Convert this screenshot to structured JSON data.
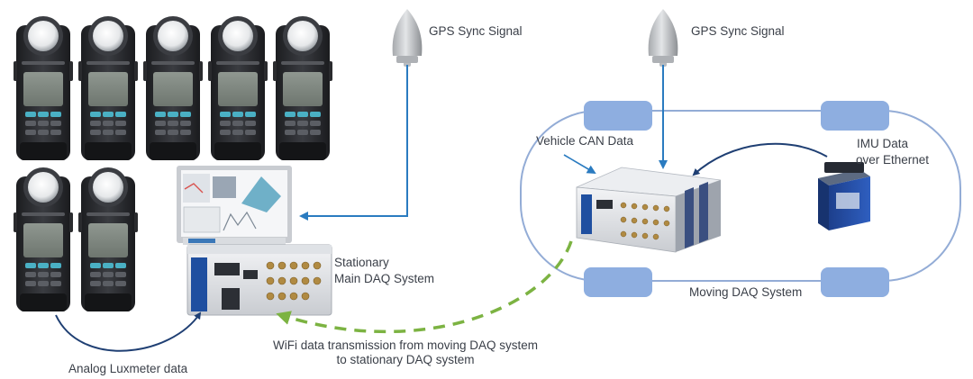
{
  "labels": {
    "gps_left": "GPS Sync Signal",
    "gps_right": "GPS Sync Signal",
    "vehicle_can": "Vehicle CAN Data",
    "imu_line1": "IMU Data",
    "imu_line2": "over Ethernet",
    "stationary_line1": "Stationary",
    "stationary_line2": "Main DAQ System",
    "moving_daq": "Moving DAQ System",
    "wifi_line1": "WiFi data transmission from moving DAQ system",
    "wifi_line2": "to stationary DAQ system",
    "analog": "Analog Luxmeter data"
  },
  "colors": {
    "navy_arrow": "#1f3f73",
    "link_blue": "#2a7bc0",
    "wifi_green": "#7cb342",
    "vehicle_outline": "#93acd6",
    "wheel_fill": "#8eaee0",
    "text": "#3a3f48"
  },
  "components": {
    "luxmeter_count": 7,
    "icons": [
      "luxmeter-icon",
      "laptop-icon",
      "daq-unit-icon",
      "gps-antenna-icon",
      "imu-sensor-icon"
    ]
  }
}
